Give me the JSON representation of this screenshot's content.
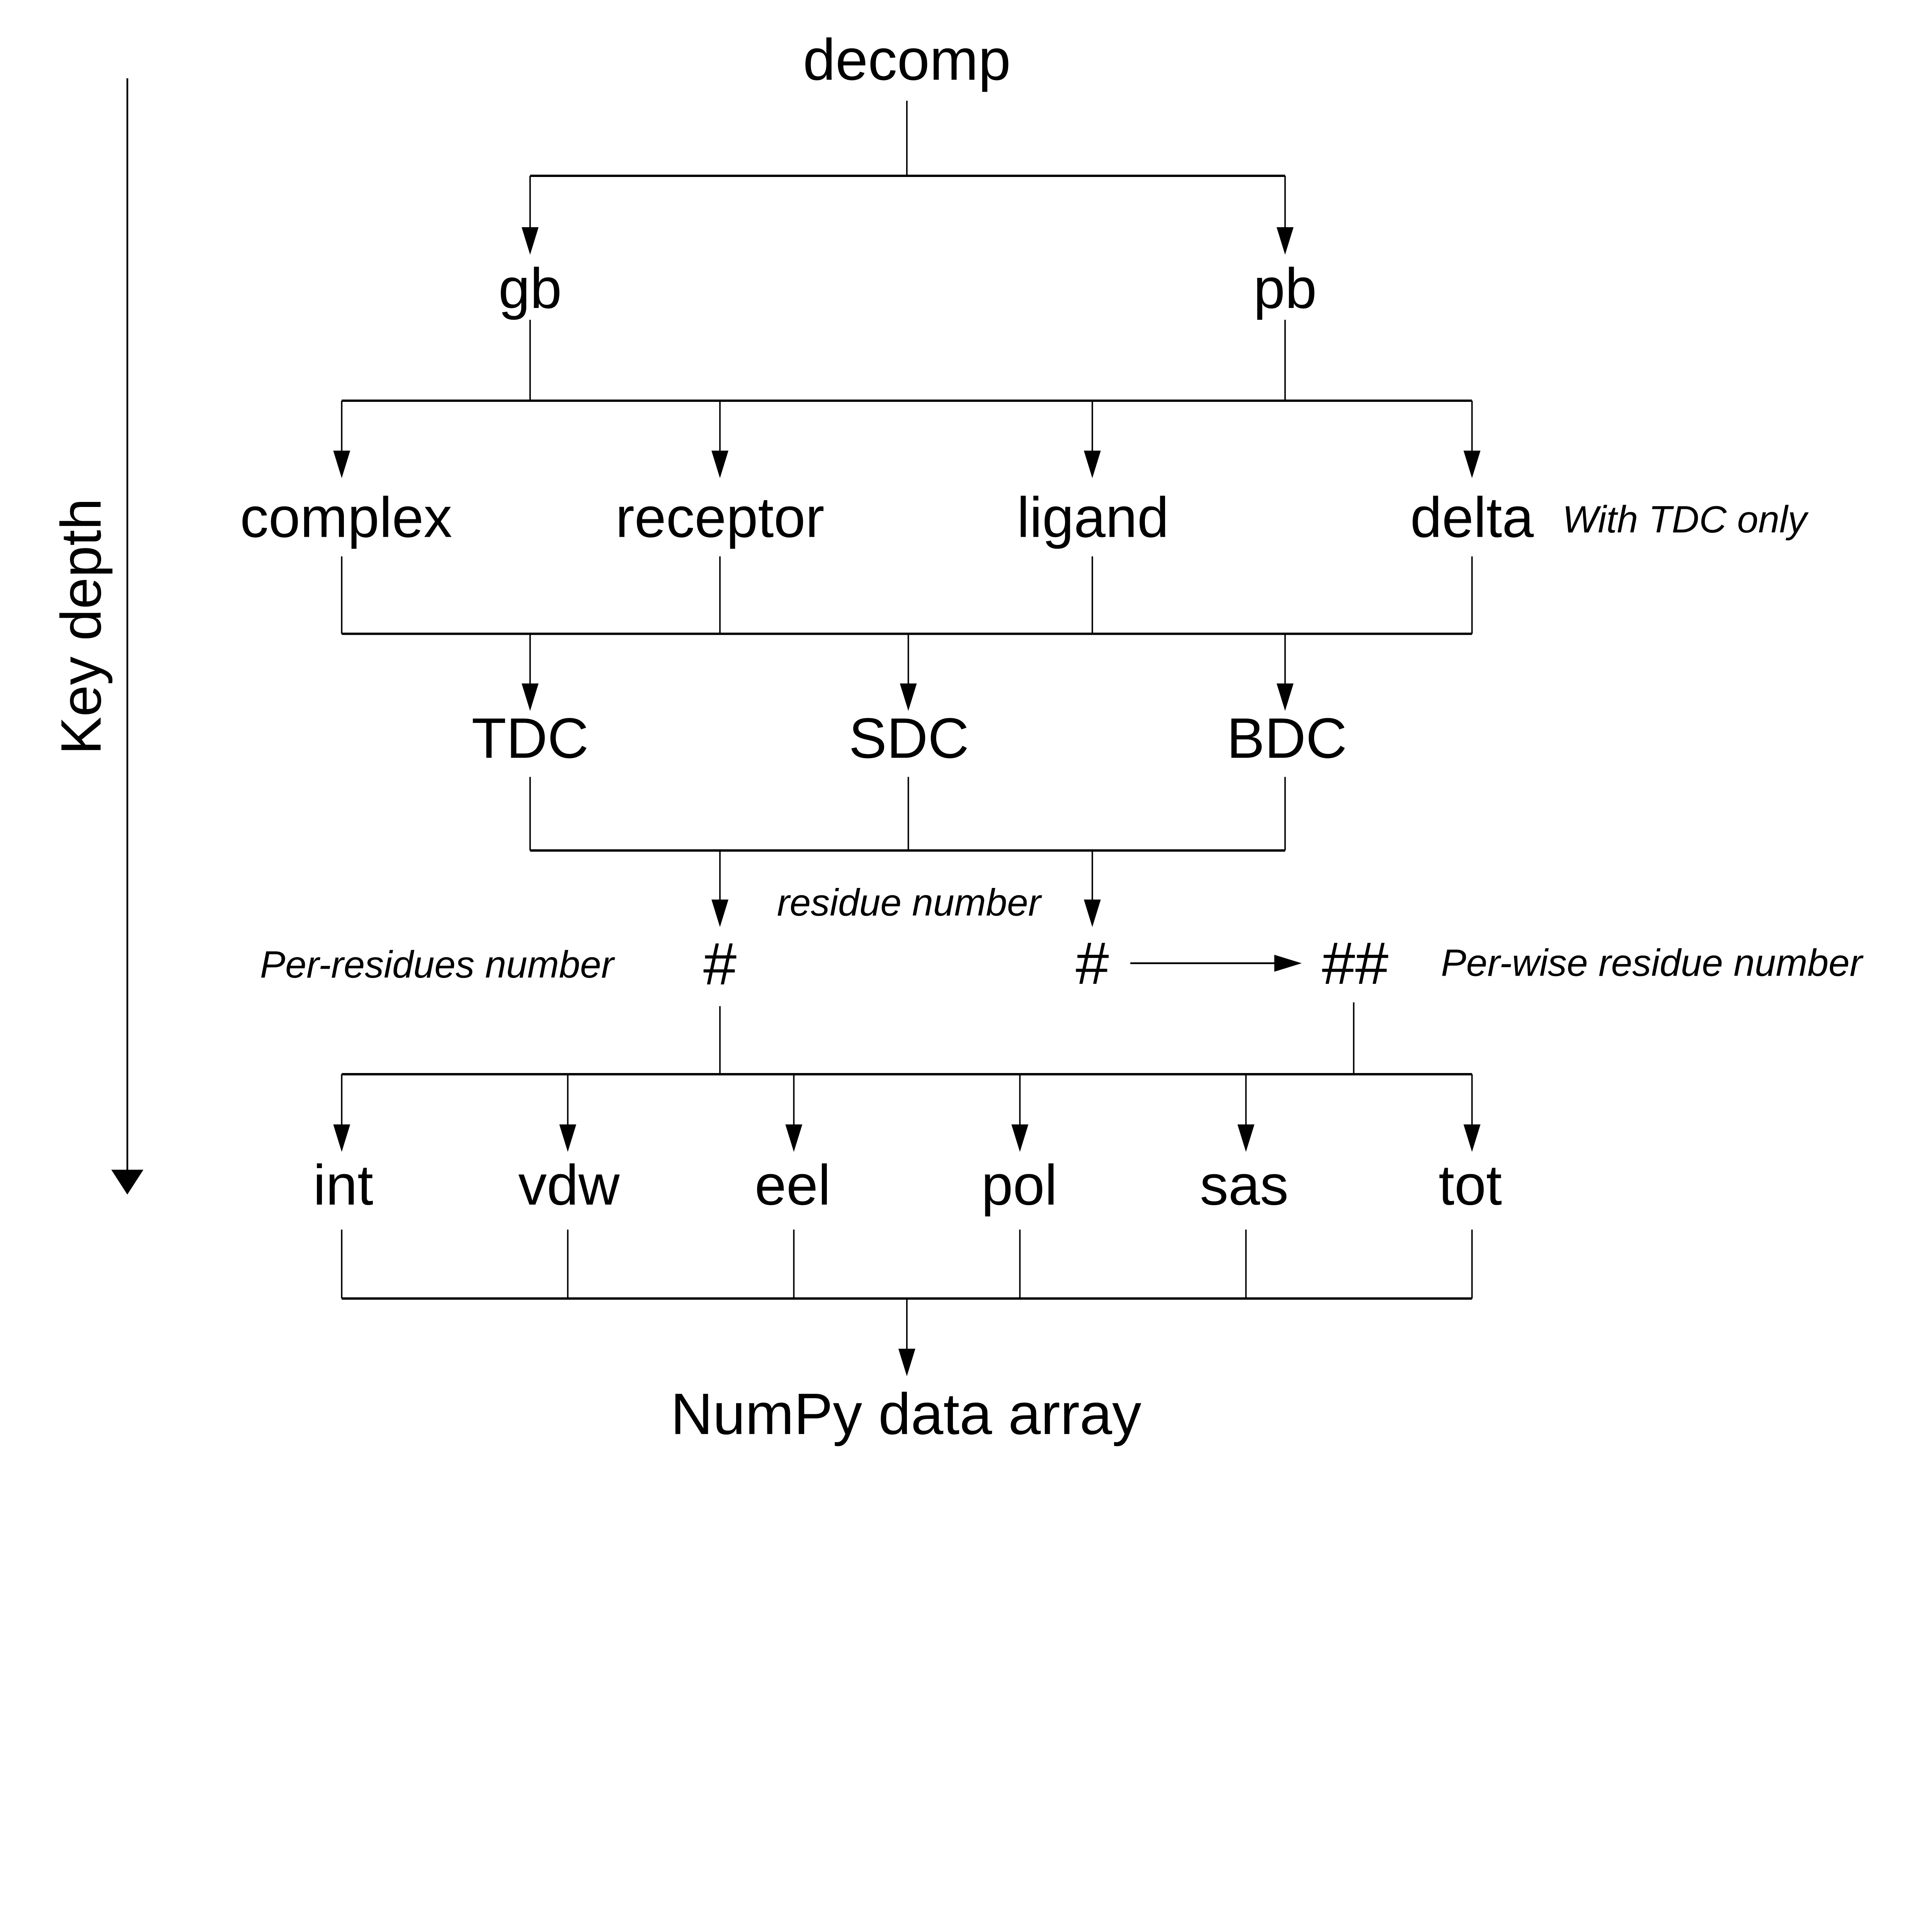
{
  "diagram": {
    "root": "decomp",
    "level2": [
      "gb",
      "pb"
    ],
    "level3": [
      "complex",
      "receptor",
      "ligand",
      "delta"
    ],
    "tdc_note": "With TDC only",
    "level4": [
      "TDC",
      "SDC",
      "BDC"
    ],
    "per_residues_note": "Per-residues number",
    "residue_note": "residue number",
    "per_wise_note": "Per-wise residue number",
    "hash_per_residue": "#",
    "hash_per_wise_src": "#",
    "hash_per_wise": "##",
    "level6": [
      "int",
      "vdw",
      "eel",
      "pol",
      "sas",
      "tot"
    ],
    "sink": "NumPy data array",
    "depth_axis_label": "Key depth"
  },
  "colors": {
    "ink": "#000000",
    "background": "#ffffff"
  }
}
